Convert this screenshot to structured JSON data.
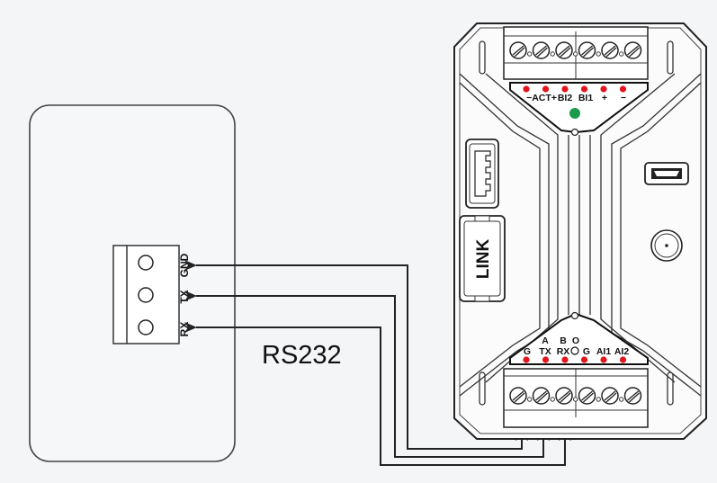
{
  "diagram": {
    "title_label": "RS232",
    "external_device": {
      "terminal_pins": [
        "GND",
        "TX",
        "RX"
      ]
    },
    "controller": {
      "top_terminal_block": {
        "screws": 6
      },
      "top_led_labels": [
        "−ACT+",
        "BI2",
        "BI1",
        "+",
        "−"
      ],
      "top_led_count": 6,
      "status_led_color": "#1a9a4a",
      "led_color": "#e3141b",
      "link_port_label": "LINK",
      "usb_port": "usb-a-port-icon",
      "mini_usb_port": "mini-usb-port-icon",
      "antenna_connector": "antenna-connector-icon",
      "bottom_led_labels_top_row": [
        "A",
        "B",
        "O"
      ],
      "bottom_led_labels": [
        "G",
        "TX",
        "RX",
        "G",
        "AI1",
        "AI2"
      ],
      "bottom_led_count": 6,
      "bottom_terminal_block": {
        "screws": 6
      }
    },
    "connections": [
      {
        "from": "G",
        "to": "GND"
      },
      {
        "from": "TX",
        "to": "TX"
      },
      {
        "from": "RX",
        "to": "RX"
      }
    ]
  }
}
